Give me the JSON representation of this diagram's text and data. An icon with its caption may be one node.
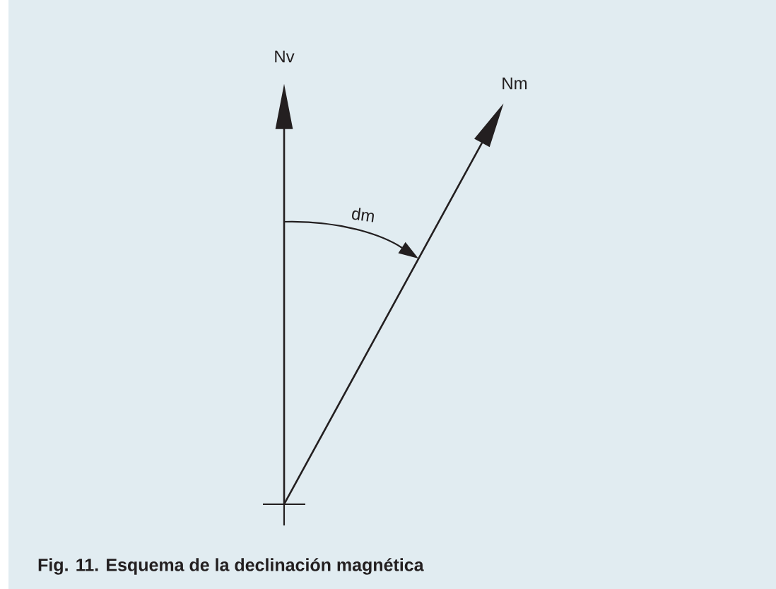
{
  "diagram": {
    "caption": "Fig. 11. Esquema de la declinación magnética",
    "nodes": [
      {
        "text": [
          "Nv"
        ]
      },
      {
        "text": [
          "Nm"
        ]
      },
      {
        "text": [],
        "shape": "cross"
      }
    ],
    "edges": [
      {
        "from": 2,
        "to": 0,
        "arrow": "to"
      },
      {
        "from": 2,
        "to": 1,
        "arrow": "to"
      }
    ],
    "labels": [
      "dm"
    ]
  }
}
